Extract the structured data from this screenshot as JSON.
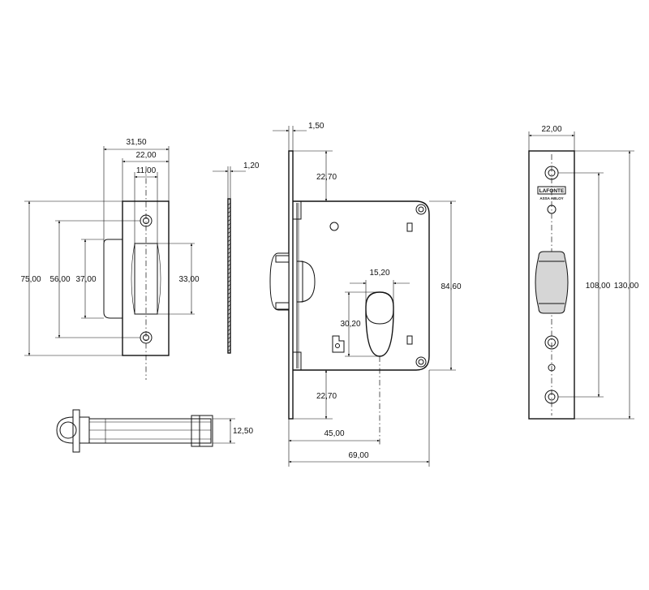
{
  "dimensions": {
    "strike_width_overall": "31,50",
    "strike_width": "22,00",
    "strike_slot_width": "11,00",
    "strike_height": "75,00",
    "strike_hole_spacing": "56,00",
    "strike_cutout_height": "37,00",
    "strike_slot_height": "33,00",
    "strike_thickness": "1,20",
    "latch_depth": "12,50",
    "faceplate_thickness": "1,50",
    "top_offset": "22,70",
    "bottom_offset": "22,70",
    "slot_width": "15,20",
    "slot_height": "30,20",
    "case_height": "84,60",
    "backset": "45,00",
    "case_depth": "69,00",
    "faceplate_width": "22,00",
    "faceplate_hole_spacing": "108,00",
    "faceplate_height": "130,00"
  },
  "logo": {
    "brand": "LAFONTE",
    "sub": "ASSA ABLOY"
  }
}
